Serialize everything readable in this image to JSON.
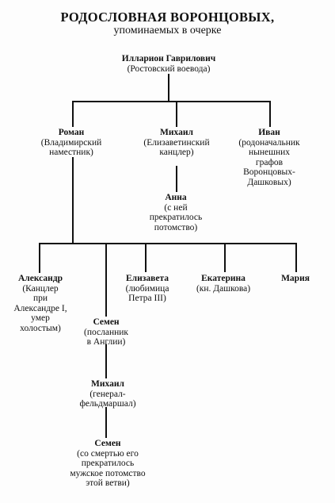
{
  "title": "РОДОСЛОВНАЯ ВОРОНЦОВЫХ,",
  "subtitle": "упоминаемых в очерке",
  "nodes": {
    "illarion": {
      "name": "Илларион Гаврилович",
      "desc": "(Ростовский воевода)"
    },
    "roman": {
      "name": "Роман",
      "desc": "(Владимирский\nнаместник)"
    },
    "mikhail1": {
      "name": "Михаил",
      "desc": "(Елизаветинский\nканцлер)"
    },
    "ivan": {
      "name": "Иван",
      "desc": "(родоначальник\nнынешних\nграфов\nВоронцовых-\nДашковых)"
    },
    "anna": {
      "name": "Анна",
      "desc": "(с ней\nпрекратилось\nпотомство)"
    },
    "alexander": {
      "name": "Александр",
      "desc": "(Канцлер\nпри\nАлександре I,\nумер\nхолостым)"
    },
    "elizaveta": {
      "name": "Елизавета",
      "desc": "(любимица\nПетра III)"
    },
    "ekaterina": {
      "name": "Екатерина",
      "desc": "(кн. Дашкова)"
    },
    "maria": {
      "name": "Мария",
      "desc": ""
    },
    "semen1": {
      "name": "Семен",
      "desc": "(посланник\nв Англии)"
    },
    "mikhail2": {
      "name": "Михаил",
      "desc": "(генерал-\nфельдмаршал)"
    },
    "semen2": {
      "name": "Семен",
      "desc": "(со смертью его\nпрекратилось\nмужское потомство\nэтой ветви)"
    }
  }
}
